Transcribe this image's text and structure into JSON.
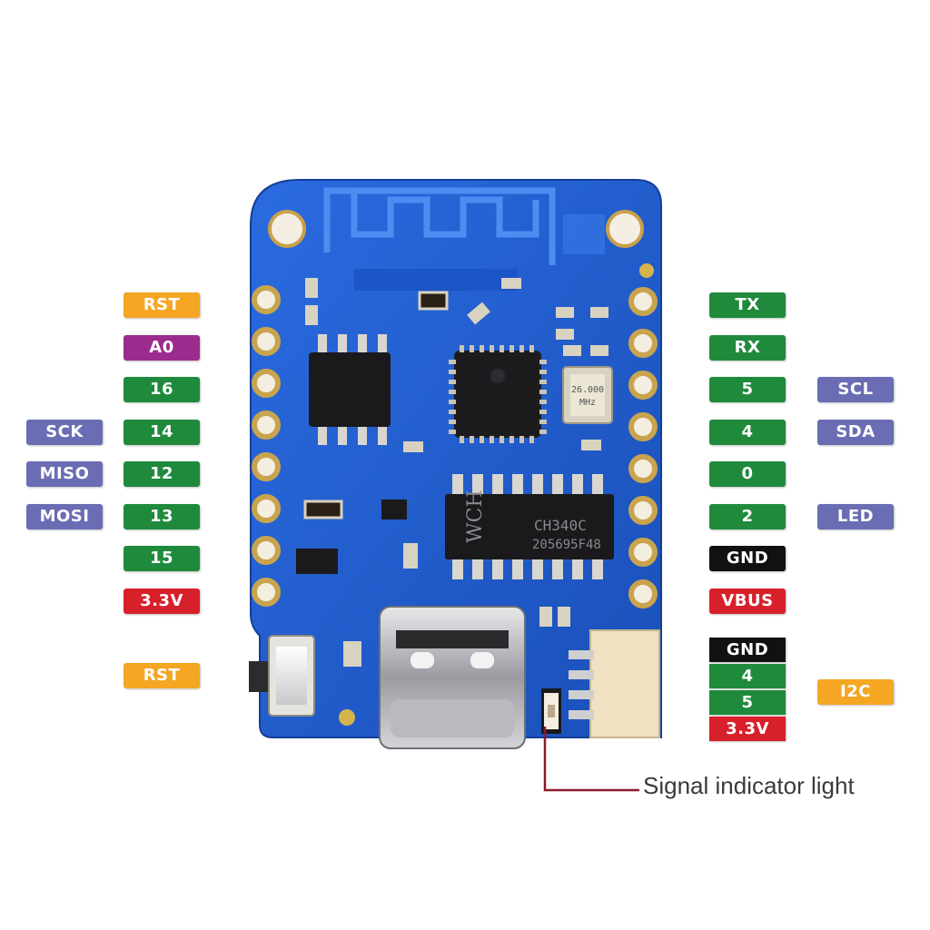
{
  "colors": {
    "orange": "#f5a623",
    "purple": "#9b2c8e",
    "green": "#1f8a3c",
    "lavender": "#6a6cb4",
    "red": "#d7202a",
    "black": "#111111",
    "pcb": "#1f5fd0",
    "callout_line": "#8a1c2a"
  },
  "left_pins": [
    {
      "label": "RST",
      "color": "orange"
    },
    {
      "label": "A0",
      "color": "purple"
    },
    {
      "label": "16",
      "color": "green"
    },
    {
      "label": "14",
      "color": "green"
    },
    {
      "label": "12",
      "color": "green"
    },
    {
      "label": "13",
      "color": "green"
    },
    {
      "label": "15",
      "color": "green"
    },
    {
      "label": "3.3V",
      "color": "red"
    }
  ],
  "left_alt": [
    {
      "label": "SCK",
      "color": "lavender",
      "row": 3
    },
    {
      "label": "MISO",
      "color": "lavender",
      "row": 4
    },
    {
      "label": "MOSI",
      "color": "lavender",
      "row": 5
    }
  ],
  "right_pins": [
    {
      "label": "TX",
      "color": "green"
    },
    {
      "label": "RX",
      "color": "green"
    },
    {
      "label": "5",
      "color": "green"
    },
    {
      "label": "4",
      "color": "green"
    },
    {
      "label": "0",
      "color": "green"
    },
    {
      "label": "2",
      "color": "green"
    },
    {
      "label": "GND",
      "color": "black"
    },
    {
      "label": "VBUS",
      "color": "red"
    }
  ],
  "right_alt": [
    {
      "label": "SCL",
      "color": "lavender",
      "row": 2
    },
    {
      "label": "SDA",
      "color": "lavender",
      "row": 3
    },
    {
      "label": "LED",
      "color": "lavender",
      "row": 5
    }
  ],
  "rst_button_label": {
    "label": "RST",
    "color": "orange"
  },
  "i2c_connector": [
    {
      "label": "GND",
      "color": "black"
    },
    {
      "label": "4",
      "color": "green"
    },
    {
      "label": "5",
      "color": "green"
    },
    {
      "label": "3.3V",
      "color": "red"
    }
  ],
  "i2c_label": {
    "label": "I2C",
    "color": "orange"
  },
  "chips": {
    "uart_chip": "CH340C",
    "uart_code": "205695F48",
    "uart_brand": "WCH",
    "crystal": "26.000",
    "crystal_unit": "MHz"
  },
  "callout": "Signal indicator light"
}
